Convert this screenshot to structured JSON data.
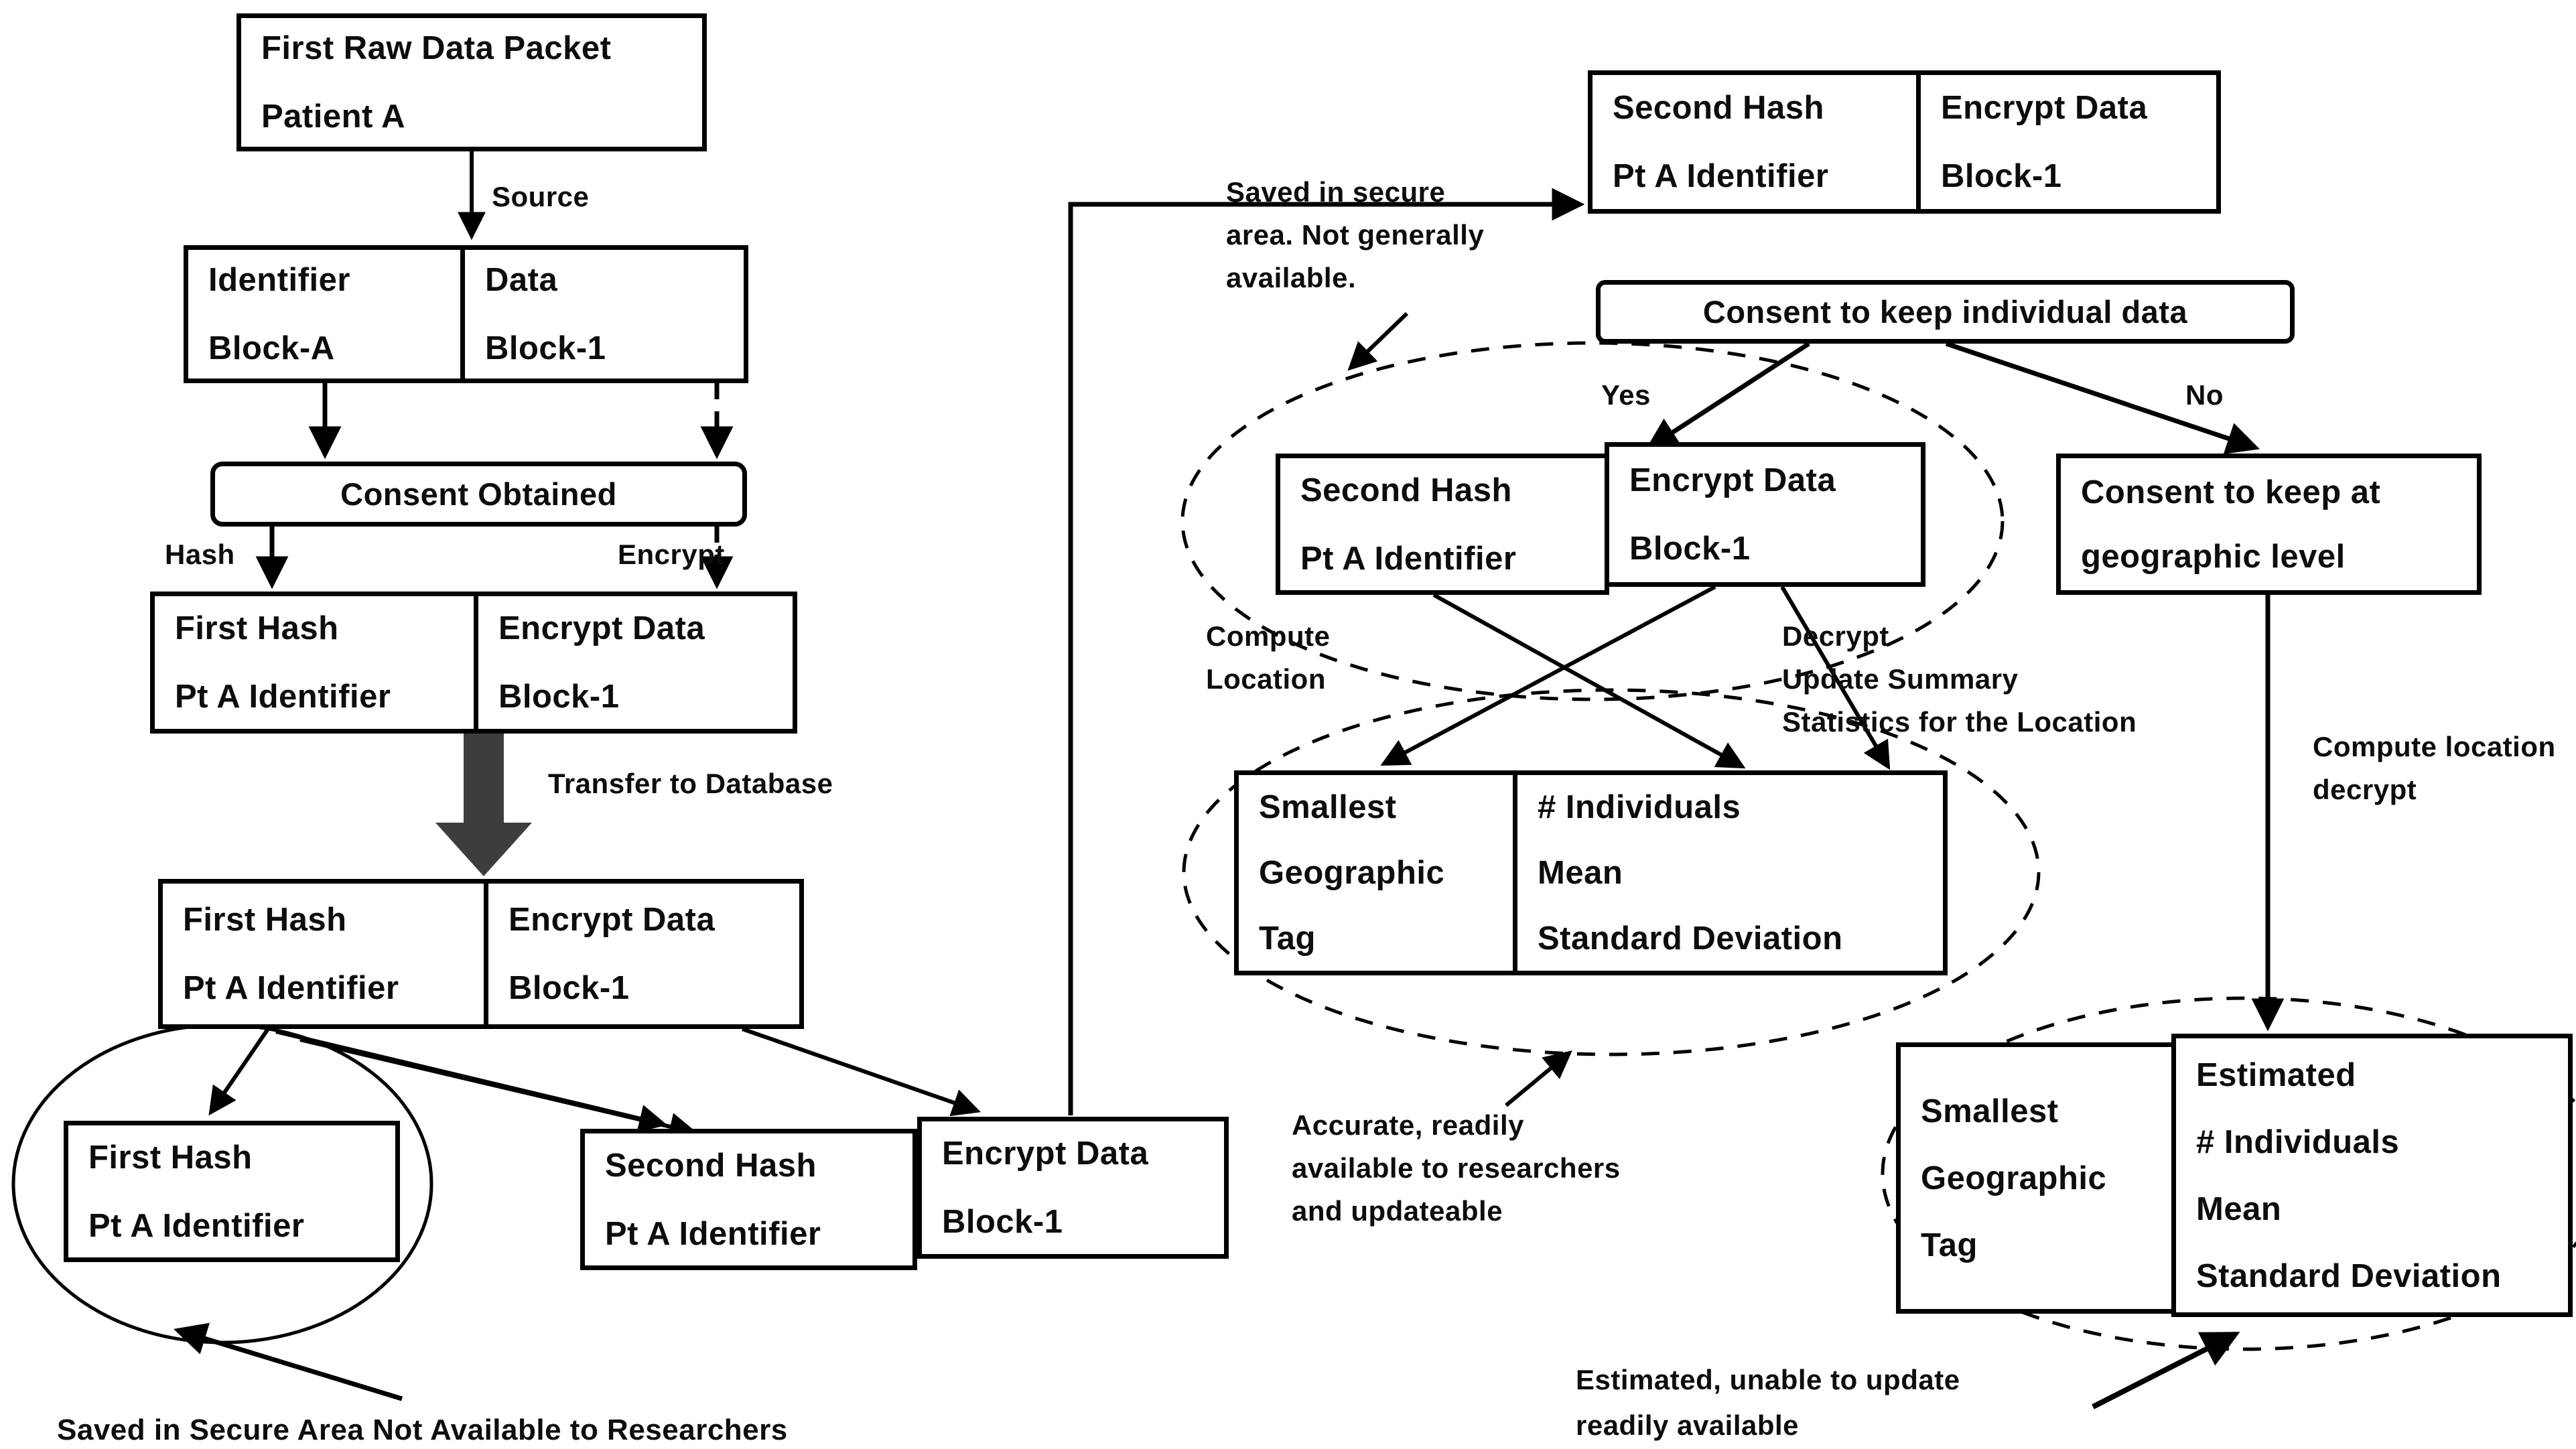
{
  "boxes": {
    "first_raw": "First Raw Data Packet\nPatient A",
    "identifier_a": "Identifier\nBlock-A",
    "data_1": "Data\nBlock-1",
    "consent_obtained": "Consent Obtained",
    "first_hash_top": "First Hash\nPt A Identifier",
    "encrypt_top": "Encrypt Data\nBlock-1",
    "first_hash_db": "First Hash\nPt A Identifier",
    "encrypt_db": "Encrypt Data\nBlock-1",
    "first_hash_secure": "First Hash\nPt A Identifier",
    "second_hash_db": "Second Hash\nPt A Identifier",
    "encrypt_db2": "Encrypt Data\nBlock-1",
    "second_hash_saved": "Second Hash\nPt A Identifier",
    "encrypt_saved": "Encrypt Data\nBlock-1",
    "consent_individual": "Consent to keep individual data",
    "second_hash_yes": "Second Hash\nPt A Identifier",
    "encrypt_yes": "Encrypt Data\nBlock-1",
    "consent_geographic": "Consent to keep at\ngeographic level",
    "smallest_geo_yes": "Smallest\nGeographic\nTag",
    "individuals_yes": "# Individuals\nMean\nStandard Deviation",
    "smallest_geo_no": "Smallest\nGeographic\nTag",
    "individuals_no": "Estimated\n# Individuals\nMean\nStandard Deviation"
  },
  "labels": {
    "source": "Source",
    "hash": "Hash",
    "encrypt": "Encrypt",
    "transfer": "Transfer to Database",
    "saved_left": "Saved in Secure Area Not Available to Researchers",
    "saved_right": "Saved in secure\narea. Not generally\navailable.",
    "yes": "Yes",
    "no": "No",
    "compute_location": "Compute\nLocation",
    "decrypt_update": "Decrypt\nUpdate Summary\nStatistics for the Location",
    "compute_decrypt": "Compute location\ndecrypt",
    "accurate": "Accurate, readily\navailable to researchers\nand updateable",
    "estimated": "Estimated, unable to update\nreadily available"
  },
  "colors": {
    "ink": "#000000",
    "thick_arrow": "#3d3d3d",
    "background": "#ffffff"
  }
}
